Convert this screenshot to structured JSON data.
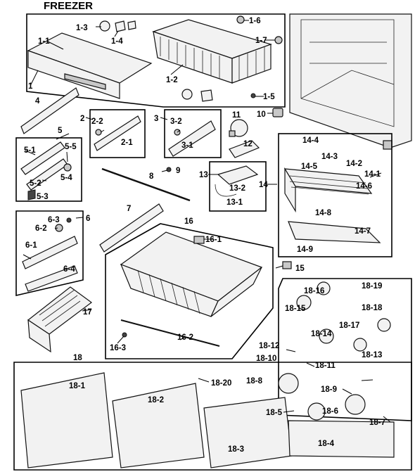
{
  "title": "FREEZER",
  "labels": {
    "l1": "1",
    "l1_1": "1-1",
    "l1_2": "1-2",
    "l1_3": "1-3",
    "l1_4": "1-4",
    "l1_5": "1-5",
    "l1_6": "1-6",
    "l1_7": "1-7",
    "l2": "2",
    "l2_1": "2-1",
    "l2_2": "2-2",
    "l3": "3",
    "l3_1": "3-1",
    "l3_2": "3-2",
    "l4": "4",
    "l5": "5",
    "l5_1": "5-1",
    "l5_2": "5-2",
    "l5_3": "5-3",
    "l5_4": "5-4",
    "l5_5": "5-5",
    "l6": "6",
    "l6_1": "6-1",
    "l6_2": "6-2",
    "l6_3": "6-3",
    "l6_4": "6-4",
    "l7": "7",
    "l8": "8",
    "l9": "9",
    "l10": "10",
    "l11": "11",
    "l12": "12",
    "l13": "13",
    "l13_1": "13-1",
    "l13_2": "13-2",
    "l14": "14",
    "l14_1": "14-1",
    "l14_2": "14-2",
    "l14_3": "14-3",
    "l14_4": "14-4",
    "l14_5": "14-5",
    "l14_6": "14-6",
    "l14_7": "14-7",
    "l14_8": "14-8",
    "l14_9": "14-9",
    "l15": "15",
    "l16": "16",
    "l16_1": "16-1",
    "l16_2": "16-2",
    "l16_3": "16-3",
    "l17": "17",
    "l18": "18",
    "l18_1": "18-1",
    "l18_2": "18-2",
    "l18_3": "18-3",
    "l18_4": "18-4",
    "l18_5": "18-5",
    "l18_6": "18-6",
    "l18_7": "18-7",
    "l18_8": "18-8",
    "l18_9": "18-9",
    "l18_10": "18-10",
    "l18_11": "18-11",
    "l18_12": "18-12",
    "l18_13": "18-13",
    "l18_14": "18-14",
    "l18_15": "18-15",
    "l18_16": "18-16",
    "l18_17": "18-17",
    "l18_18": "18-18",
    "l18_19": "18-19",
    "l18_20": "18-20"
  }
}
